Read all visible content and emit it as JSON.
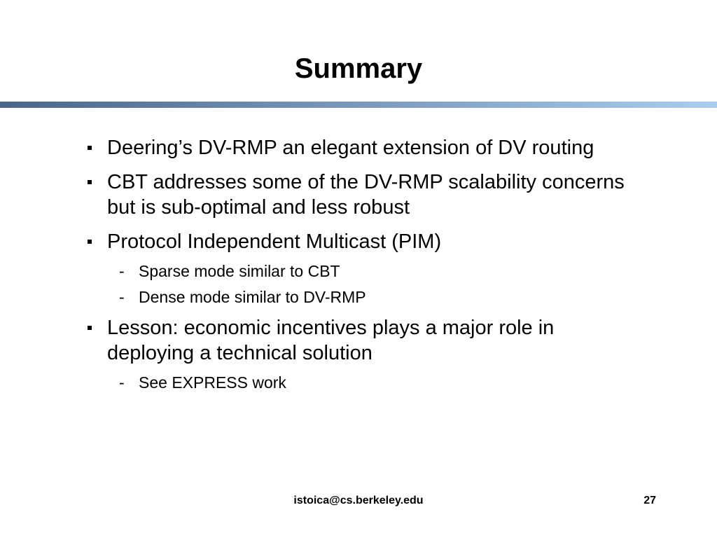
{
  "slide": {
    "title": "Summary",
    "rule_colors": {
      "left": "#4a6587",
      "right": "#a9cdf0"
    },
    "bullets": [
      {
        "text": "Deering’s DV-RMP an elegant extension of DV routing",
        "subitems": []
      },
      {
        "text": "CBT addresses some of the DV-RMP scalability concerns but is sub-optimal and less robust",
        "subitems": []
      },
      {
        "text": "Protocol Independent Multicast (PIM)",
        "subitems": [
          "Sparse mode similar to CBT",
          "Dense mode similar to DV-RMP"
        ]
      },
      {
        "text": "Lesson: economic incentives plays a major role in deploying a technical solution",
        "subitems": [
          "See EXPRESS work"
        ]
      }
    ],
    "sub_marker": "-",
    "footer": {
      "email": "istoica@cs.berkeley.edu",
      "page_number": "27"
    }
  }
}
